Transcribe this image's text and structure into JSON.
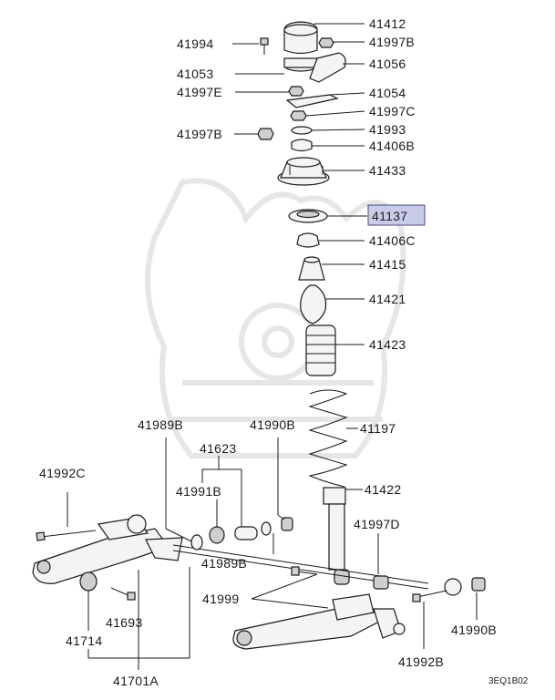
{
  "diagram": {
    "highlight_color": "#c9cce8",
    "highlighted_part": "41137",
    "footer_code": "3EQ1B02",
    "labels": {
      "p41412": "41412",
      "p41994": "41994",
      "p41997B_top": "41997B",
      "p41053": "41053",
      "p41056": "41056",
      "p41997E": "41997E",
      "p41054": "41054",
      "p41997C": "41997C",
      "p41997B_mid": "41997B",
      "p41993": "41993",
      "p41406B": "41406B",
      "p41433": "41433",
      "p41137": "41137",
      "p41406C": "41406C",
      "p41415": "41415",
      "p41421": "41421",
      "p41423": "41423",
      "p41989B_top": "41989B",
      "p41990B_top": "41990B",
      "p41197": "41197",
      "p41623": "41623",
      "p41992C": "41992C",
      "p41991B": "41991B",
      "p41422": "41422",
      "p41997D": "41997D",
      "p41989B_bottom": "41989B",
      "p41999": "41999",
      "p41693": "41693",
      "p41990B_bottom": "41990B",
      "p41714": "41714",
      "p41992B": "41992B",
      "p41701A": "41701A"
    }
  }
}
